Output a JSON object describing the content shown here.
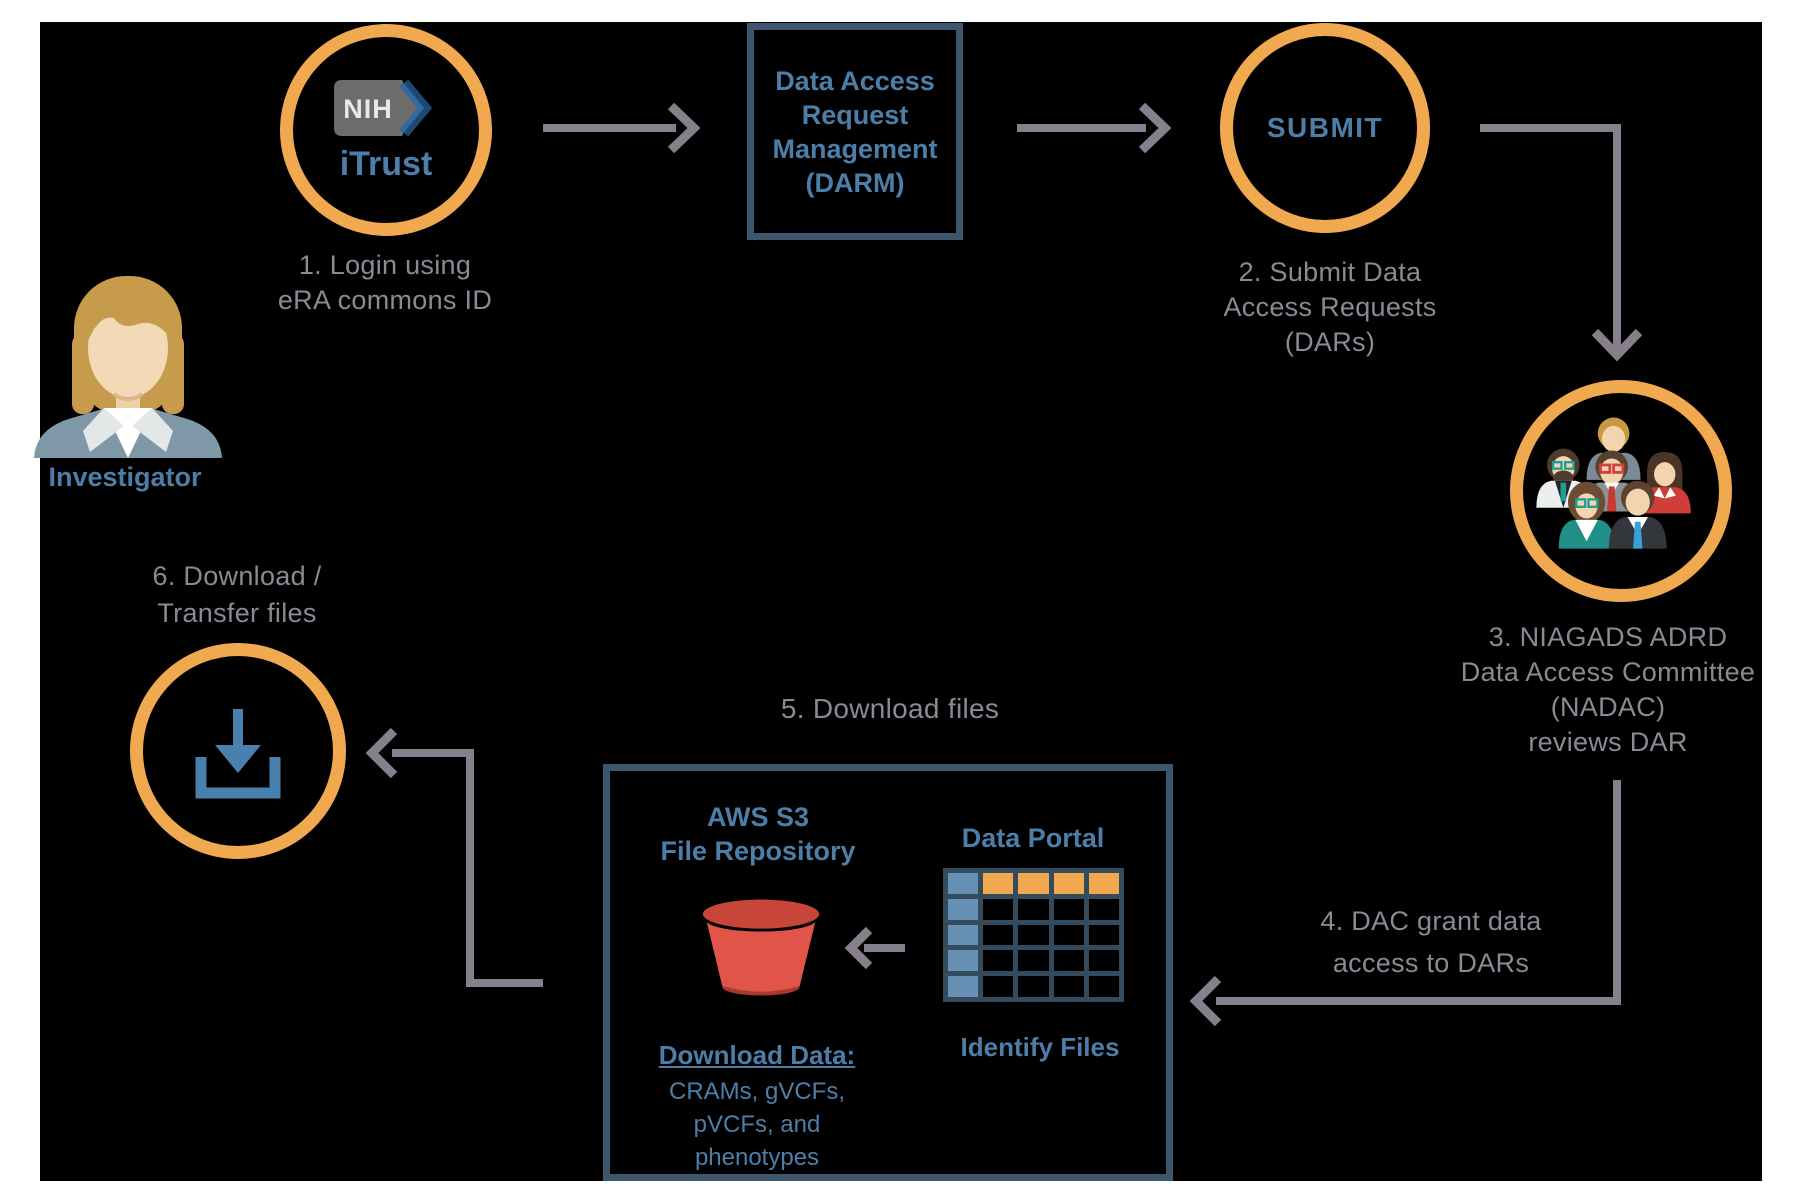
{
  "colors": {
    "page_background": "#ffffff",
    "diagram_background": "#000000",
    "accent_orange": "#f0a94f",
    "accent_blue": "#4d7ea8",
    "caption_gray": "#8b8a94",
    "arrow_gray": "#85808c",
    "border_slate": "#3e566b",
    "bucket_red": "#e05548",
    "table_blue": "#6691b4",
    "table_orange": "#f0a94f"
  },
  "investigator": {
    "label": "Investigator"
  },
  "itrust": {
    "nih": "NIH",
    "name": "iTrust",
    "caption": [
      "1. Login using",
      "eRA commons ID"
    ]
  },
  "darm": {
    "lines": [
      "Data Access",
      "Request",
      "Management",
      "(DARM)"
    ]
  },
  "submit": {
    "label": "SUBMIT",
    "caption": [
      "2. Submit Data",
      "Access Requests",
      "(DARs)"
    ]
  },
  "nadac": {
    "caption": [
      "3. NIAGADS ADRD",
      "Data Access Committee",
      "(NADAC)",
      "reviews DAR"
    ]
  },
  "grant": {
    "caption": [
      "4. DAC grant data",
      "access to DARs"
    ]
  },
  "download_box": {
    "title": "5. Download files",
    "aws": [
      "AWS S3",
      "File Repository"
    ],
    "portal": "Data Portal",
    "identify": "Identify Files",
    "download_heading": "Download Data:",
    "download_lines": [
      "CRAMs, gVCFs,",
      "pVCFs, and",
      "phenotypes"
    ]
  },
  "transfer": {
    "caption": [
      "6. Download /",
      "Transfer files"
    ]
  }
}
